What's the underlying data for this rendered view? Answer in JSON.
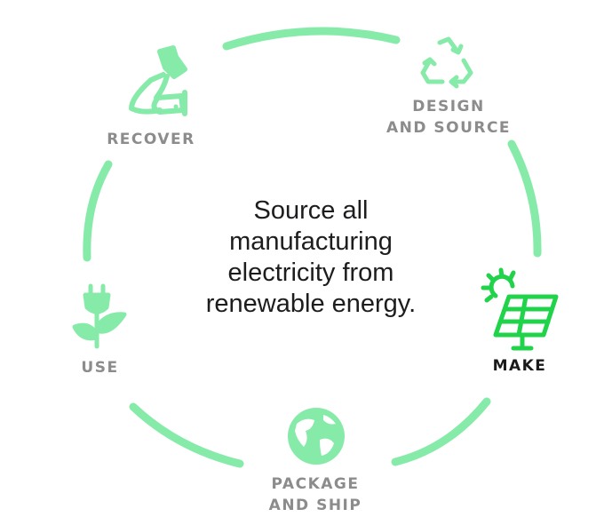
{
  "center_text": "Source all manufacturing electricity from renewable energy.",
  "stages": [
    {
      "id": "design",
      "line1": "DESIGN",
      "line2": "AND SOURCE",
      "icon": "recycle-icon",
      "active": false
    },
    {
      "id": "make",
      "line1": "MAKE",
      "line2": "",
      "icon": "solar-panel-icon",
      "active": true
    },
    {
      "id": "package",
      "line1": "PACKAGE",
      "line2": "AND SHIP",
      "icon": "globe-icon",
      "active": false
    },
    {
      "id": "use",
      "line1": "USE",
      "line2": "",
      "icon": "plug-plant-icon",
      "active": false
    },
    {
      "id": "recover",
      "line1": "RECOVER",
      "line2": "",
      "icon": "hand-plug-icon",
      "active": false
    }
  ],
  "colors": {
    "ring": "#86eba9",
    "active": "#20d34a",
    "label": "#8c8c8c",
    "active_label": "#1a1a1a"
  }
}
